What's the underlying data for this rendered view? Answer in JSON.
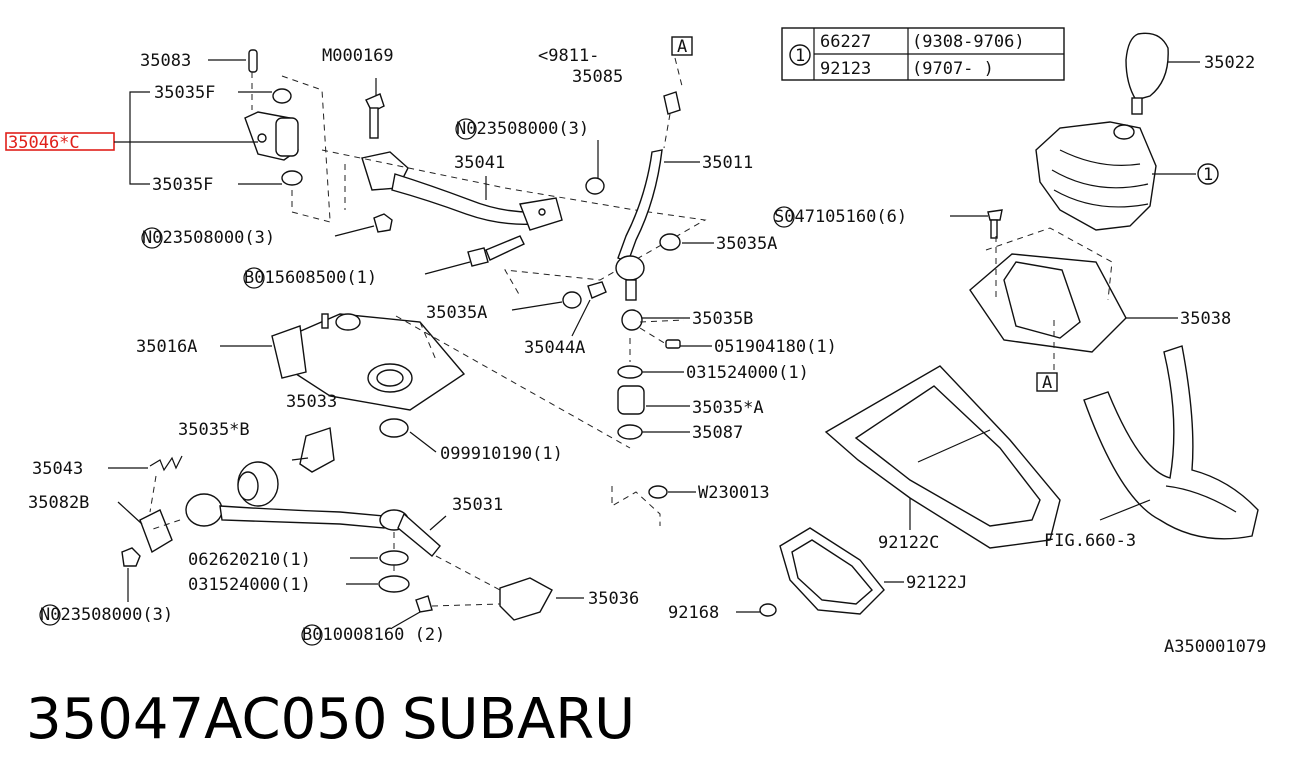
{
  "callouts": {
    "p35083": "35083",
    "p35035F_top": "35035F",
    "p35046C": "35046*C",
    "p35035F_bot": "35035F",
    "n023508000_a": "N023508000(3)",
    "pM000169": "M000169",
    "p35041": "35041",
    "n023508000_b": "N023508000(3)",
    "b015608500": "B015608500(1)",
    "p9811": "<9811-",
    "a_box_top": "A",
    "p35085": "35085",
    "p35011": "35011",
    "p35035A_r": "35035A",
    "p35035A_l": "35035A",
    "p35044A": "35044A",
    "p35035B": "35035B",
    "p051904180": "051904180(1)",
    "p031524000_a": "031524000(1)",
    "p35035starA": "35035*A",
    "p35087": "35087",
    "p35016A": "35016A",
    "p35033": "35033",
    "p099910190": "099910190(1)",
    "p35035starB": "35035*B",
    "p35043": "35043",
    "p35082B": "35082B",
    "p35031": "35031",
    "pW230013": "W230013",
    "p062620210": "062620210(1)",
    "p031524000_b": "031524000(1)",
    "n023508000_c": "N023508000(3)",
    "p35036": "35036",
    "b010008160": "B010008160 (2)",
    "s047105160": "S047105160(6)",
    "p35022": "35022",
    "circle1": "1",
    "p35038": "35038",
    "a_box_bot": "A",
    "p92122C": "92122C",
    "pFIG": "FIG.660-3",
    "p92122J": "92122J",
    "p92168": "92168",
    "ref": "A350001079"
  },
  "table": {
    "key": "1",
    "rows": [
      {
        "part": "66227",
        "range": "(9308-9706)"
      },
      {
        "part": "92123",
        "range": "(9707-     )"
      }
    ]
  },
  "footer": {
    "part_number": "35047AC050",
    "brand": "SUBARU"
  },
  "colors": {
    "highlight": "#e0201a",
    "ink": "#111111"
  }
}
